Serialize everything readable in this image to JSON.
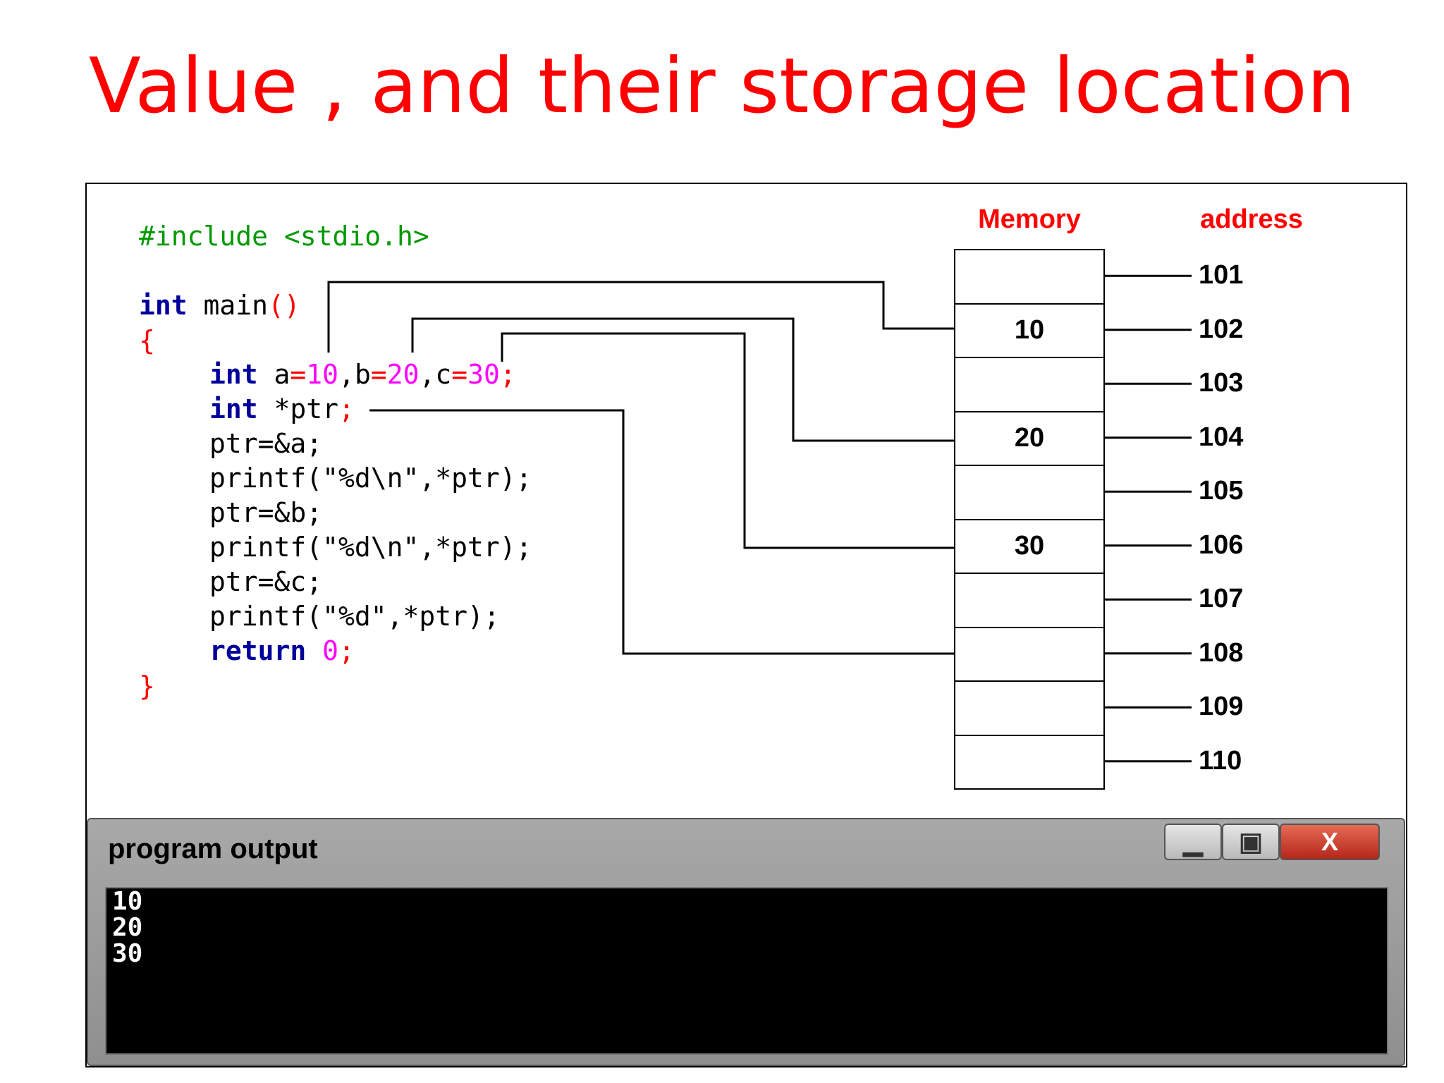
{
  "title": "Value , and their storage location",
  "code": {
    "include": "#include <stdio.h>",
    "main_kw": "int",
    "main_rest": " main",
    "main_parens": "()",
    "open_brace": "{",
    "decl_kw": "int",
    "a": " a",
    "a_val": "10",
    "b": ",b",
    "b_val": "20",
    "c": ",c",
    "c_val": "30",
    "semi": ";",
    "eq": "=",
    "ptr_kw": "int",
    "ptr_rest": " *ptr",
    "assign_a": "ptr=&a;",
    "printf1": "printf(\"%d\\n\",*ptr);",
    "assign_b": "ptr=&b;",
    "printf2": "printf(\"%d\\n\",*ptr);",
    "assign_c": "ptr=&c;",
    "printf3": "printf(\"%d\",*ptr);",
    "return_kw": "return",
    "return_val": "0",
    "close_brace": "}"
  },
  "memory": {
    "header": "Memory",
    "address_header": "address",
    "cells": [
      "",
      "10",
      "",
      "20",
      "",
      "30",
      "",
      "",
      "",
      ""
    ],
    "addresses": [
      "101",
      "102",
      "103",
      "104",
      "105",
      "106",
      "107",
      "108",
      "109",
      "110"
    ]
  },
  "console": {
    "title": "program output",
    "lines": [
      "10",
      "20",
      "30"
    ],
    "buttons": {
      "minimize": "▁",
      "maximize": "▣",
      "close": "X"
    }
  }
}
